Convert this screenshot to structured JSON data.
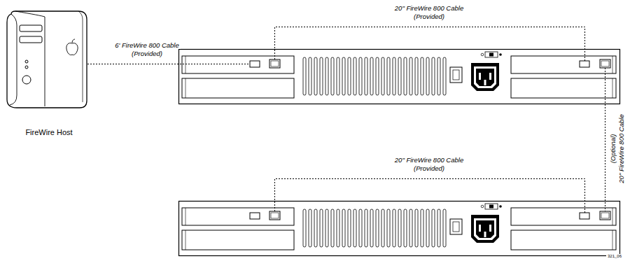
{
  "diagram": {
    "nodes": [
      {
        "text": [
          "FireWire Host"
        ]
      }
    ],
    "labels": [
      "6' FireWire 800 Cable",
      "(Provided)",
      "20\" FireWire 800 Cable",
      "(Provided)",
      "20\" FireWire 800 Cable",
      "(Optional)",
      "20\" FireWire 800 Cable",
      "(Provided)",
      "321_06"
    ]
  }
}
